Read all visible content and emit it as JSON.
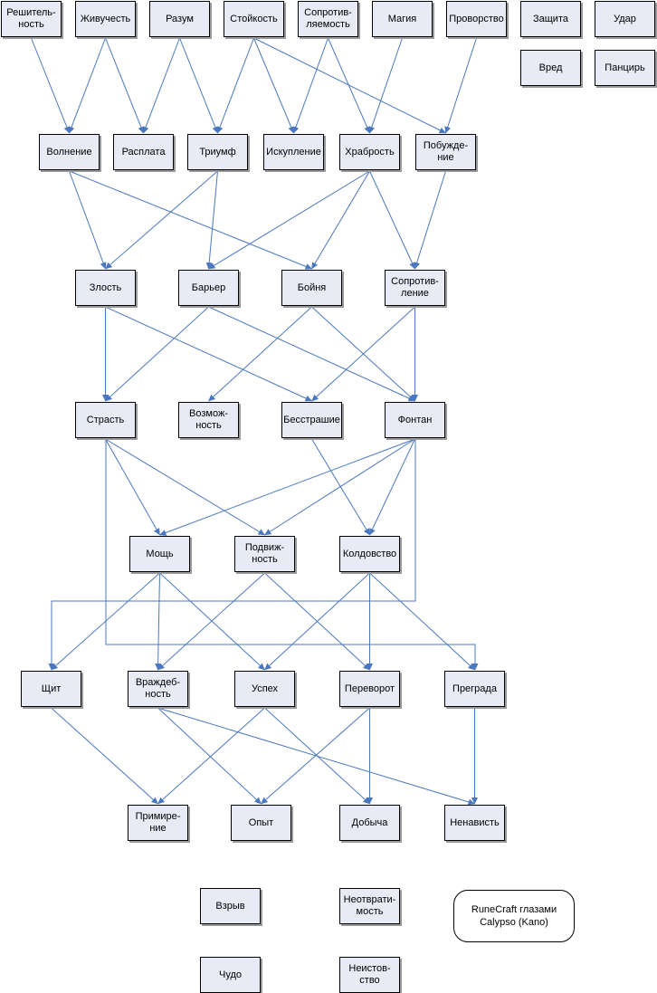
{
  "colors": {
    "node_fill": "#e8eaf6",
    "node_border": "#000000",
    "edge": "#4a78c0",
    "shadow": "#9a9a9a"
  },
  "nodes": [
    {
      "id": "resh",
      "label": "Решитель-\nность"
    },
    {
      "id": "zhiv",
      "label": "Живучесть"
    },
    {
      "id": "razum",
      "label": "Разум"
    },
    {
      "id": "stoik",
      "label": "Стойкость"
    },
    {
      "id": "sopr1",
      "label": "Сопротив-\nляемость"
    },
    {
      "id": "magia",
      "label": "Магия"
    },
    {
      "id": "provor",
      "label": "Проворство"
    },
    {
      "id": "zash",
      "label": "Защита"
    },
    {
      "id": "udar",
      "label": "Удар"
    },
    {
      "id": "vred",
      "label": "Вред"
    },
    {
      "id": "panc",
      "label": "Панцирь"
    },
    {
      "id": "voln",
      "label": "Волнение"
    },
    {
      "id": "raspl",
      "label": "Расплата"
    },
    {
      "id": "triumf",
      "label": "Триумф"
    },
    {
      "id": "iskupl",
      "label": "Искупление"
    },
    {
      "id": "hrabr",
      "label": "Храбрость"
    },
    {
      "id": "pobuzh",
      "label": "Побужде-\nние"
    },
    {
      "id": "zlost",
      "label": "Злость"
    },
    {
      "id": "barier",
      "label": "Барьер"
    },
    {
      "id": "boinya",
      "label": "Бойня"
    },
    {
      "id": "sopr2",
      "label": "Сопротив-\nление"
    },
    {
      "id": "strast",
      "label": "Страсть"
    },
    {
      "id": "vozm",
      "label": "Возмож-\nность"
    },
    {
      "id": "besstr",
      "label": "Бесстрашие"
    },
    {
      "id": "fontan",
      "label": "Фонтан"
    },
    {
      "id": "mosh",
      "label": "Мощь"
    },
    {
      "id": "podv",
      "label": "Подвиж-\nность"
    },
    {
      "id": "kold",
      "label": "Колдовство"
    },
    {
      "id": "shit",
      "label": "Щит"
    },
    {
      "id": "vrazh",
      "label": "Враждеб-\nность"
    },
    {
      "id": "uspeh",
      "label": "Успех"
    },
    {
      "id": "perev",
      "label": "Переворот"
    },
    {
      "id": "pregr",
      "label": "Преграда"
    },
    {
      "id": "primir",
      "label": "Примире-\nние"
    },
    {
      "id": "opyt",
      "label": "Опыт"
    },
    {
      "id": "dobycha",
      "label": "Добыча"
    },
    {
      "id": "nenav",
      "label": "Ненависть"
    },
    {
      "id": "vzryv",
      "label": "Взрыв"
    },
    {
      "id": "neotvr",
      "label": "Неотврати-\nмость"
    },
    {
      "id": "chudo",
      "label": "Чудо"
    },
    {
      "id": "neist",
      "label": "Неистов-\nство"
    }
  ],
  "note": {
    "label": "RuneCraft глазами\nCalypso (Kano)"
  },
  "edges": [
    [
      "resh",
      "voln"
    ],
    [
      "zhiv",
      "voln"
    ],
    [
      "zhiv",
      "raspl"
    ],
    [
      "razum",
      "raspl"
    ],
    [
      "razum",
      "triumf"
    ],
    [
      "stoik",
      "triumf"
    ],
    [
      "stoik",
      "iskupl"
    ],
    [
      "stoik",
      "pobuzh"
    ],
    [
      "sopr1",
      "iskupl"
    ],
    [
      "sopr1",
      "hrabr"
    ],
    [
      "magia",
      "hrabr"
    ],
    [
      "provor",
      "pobuzh"
    ],
    [
      "voln",
      "zlost"
    ],
    [
      "voln",
      "boinya"
    ],
    [
      "triumf",
      "zlost"
    ],
    [
      "triumf",
      "barier"
    ],
    [
      "hrabr",
      "barier"
    ],
    [
      "hrabr",
      "boinya"
    ],
    [
      "hrabr",
      "sopr2"
    ],
    [
      "pobuzh",
      "sopr2"
    ],
    [
      "zlost",
      "strast"
    ],
    [
      "zlost",
      "besstr"
    ],
    [
      "barier",
      "strast"
    ],
    [
      "barier",
      "fontan"
    ],
    [
      "boinya",
      "vozm"
    ],
    [
      "boinya",
      "fontan"
    ],
    [
      "sopr2",
      "besstr"
    ],
    [
      "sopr2",
      "fontan"
    ],
    [
      "strast",
      "mosh"
    ],
    [
      "strast",
      "podv"
    ],
    [
      "besstr",
      "kold"
    ],
    [
      "fontan",
      "mosh"
    ],
    [
      "fontan",
      "podv"
    ],
    [
      "fontan",
      "kold"
    ],
    [
      "mosh",
      "shit"
    ],
    [
      "mosh",
      "vrazh"
    ],
    [
      "mosh",
      "uspeh"
    ],
    [
      "podv",
      "vrazh"
    ],
    [
      "podv",
      "perev"
    ],
    [
      "kold",
      "uspeh"
    ],
    [
      "kold",
      "perev"
    ],
    [
      "kold",
      "pregr"
    ],
    [
      "shit",
      "primir"
    ],
    [
      "vrazh",
      "opyt"
    ],
    [
      "vrazh",
      "nenav"
    ],
    [
      "uspeh",
      "primir"
    ],
    [
      "uspeh",
      "dobycha"
    ],
    [
      "perev",
      "opyt"
    ],
    [
      "perev",
      "dobycha"
    ],
    [
      "pregr",
      "nenav"
    ]
  ]
}
